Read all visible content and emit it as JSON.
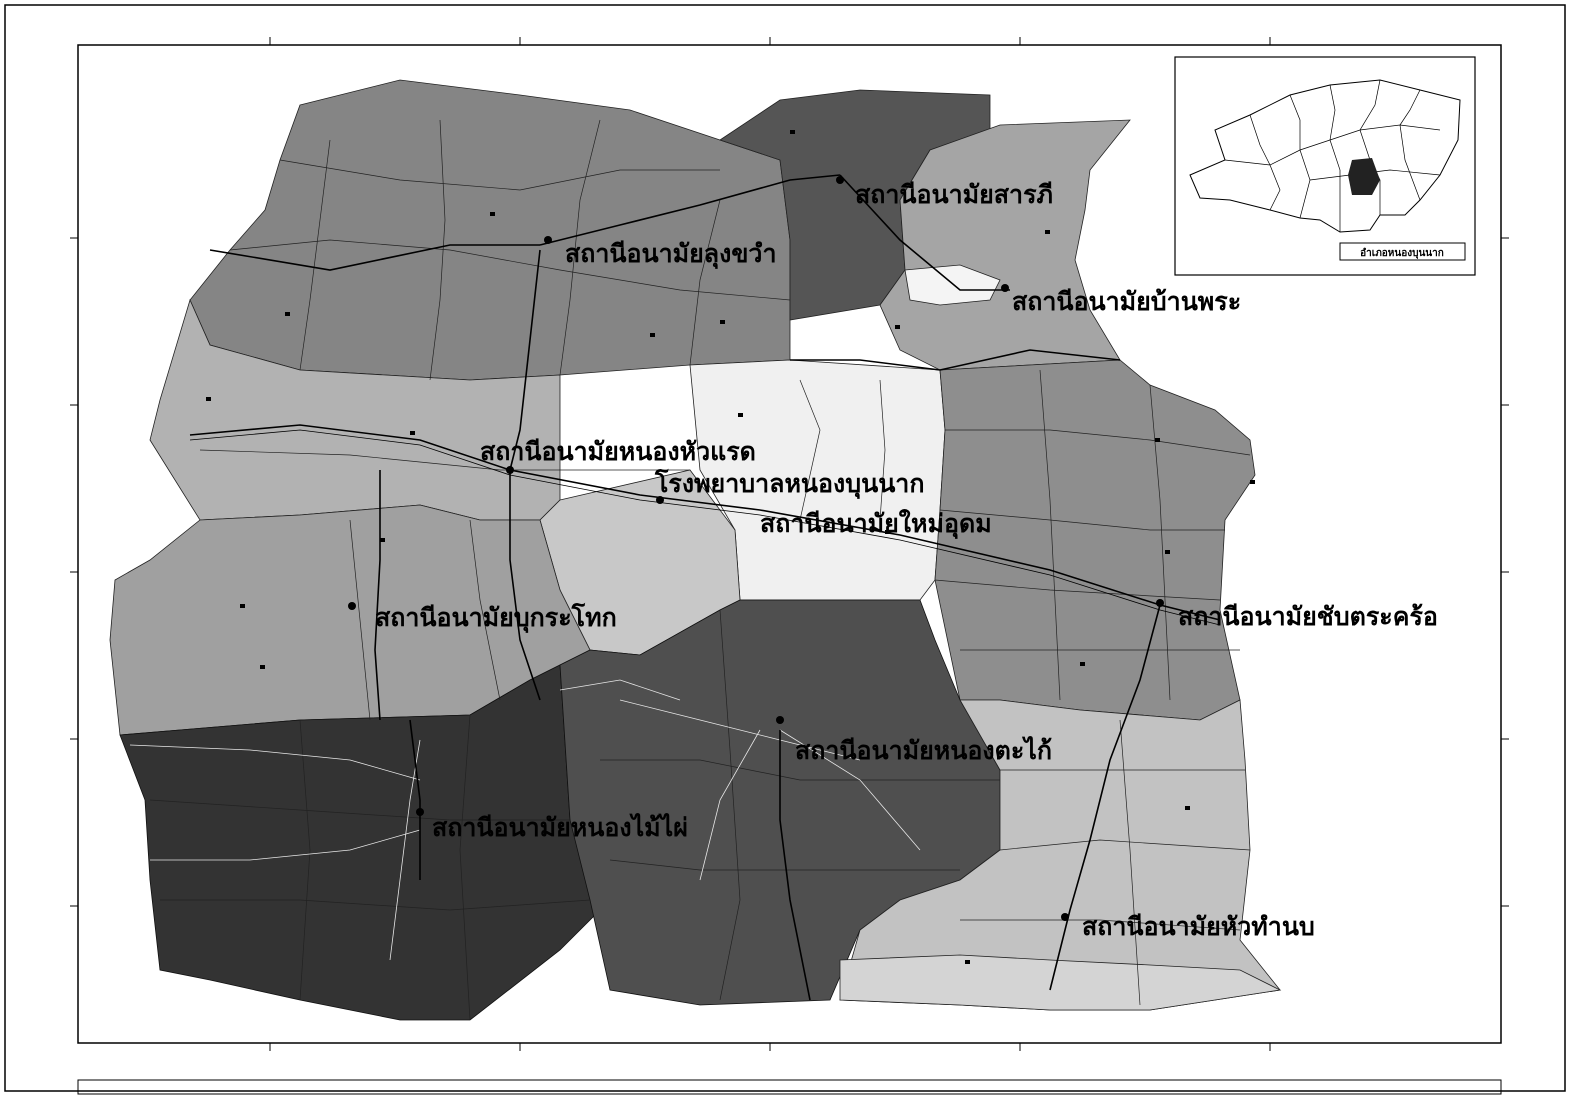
{
  "map": {
    "colors": {
      "background": "#ffffff",
      "frame": "#000000",
      "zone_darkest": "#333333",
      "zone_dark": "#555555",
      "zone_medium_dark": "#7a7a7a",
      "zone_medium": "#8e8e8e",
      "zone_light": "#aaaaaa",
      "zone_lighter": "#c8c8c8",
      "zone_white": "#f0f0f0",
      "road": "#000000",
      "minor_road": "#e8e8e8"
    },
    "labels": [
      "สถานีอนามัยสารภี",
      "สถานีอนามัยลุงขวํา",
      "สถานีอนามัยบ้านพระ",
      "สถานีอนามัยหนองหัวแรด",
      "โรงพยาบาลหนองบุนนาก",
      "สถานีอนามัยใหม่อุดม",
      "สถานีอนามัยบุกระโทก",
      "สถานีอนามัยชับตระคร้อ",
      "สถานีอนามัยหนองตะไก้",
      "สถานีอนามัยหนองไม้ไผ่",
      "สถานีอนามัยหัวทำนบ"
    ],
    "inset": {
      "label": "อำเภอหนองบุนนาก"
    }
  }
}
